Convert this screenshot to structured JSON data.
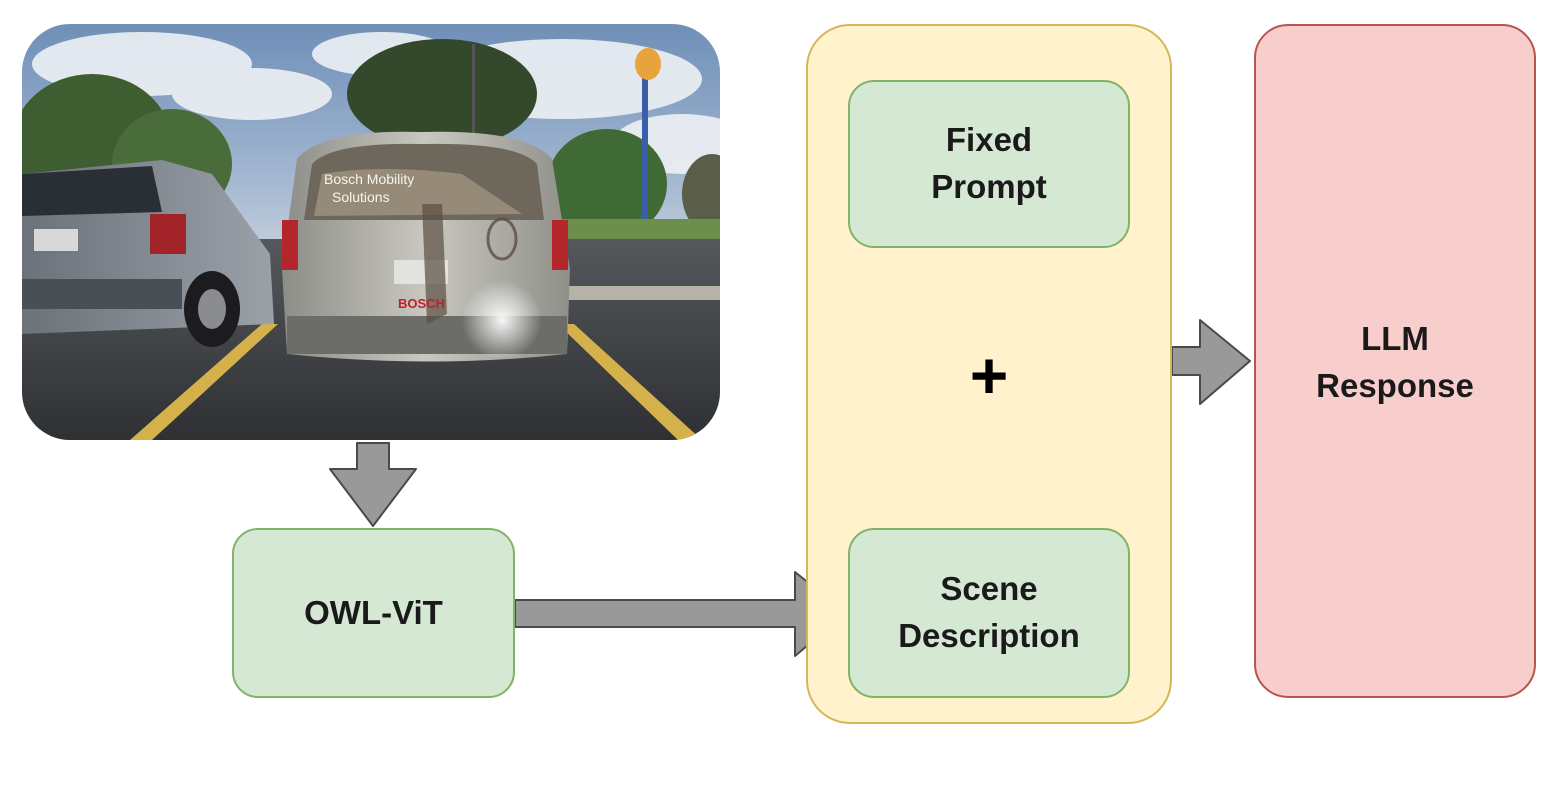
{
  "nodes": {
    "owl_vit": "OWL-ViT",
    "fixed_prompt": "Fixed\nPrompt",
    "scene_description": "Scene\nDescription",
    "combine_symbol": "+",
    "llm_response": "LLM\nResponse"
  },
  "photo": {
    "van_text_top": "Bosch Mobility",
    "van_text_bottom": "Solutions",
    "van_logo": "BOSCH"
  },
  "colors": {
    "process_fill": "#d5e8d4",
    "process_stroke": "#82b366",
    "group_fill": "#fff2cc",
    "group_stroke": "#d6b656",
    "output_fill": "#f8cecc",
    "output_stroke": "#b85450",
    "arrow_fill": "#999999"
  }
}
